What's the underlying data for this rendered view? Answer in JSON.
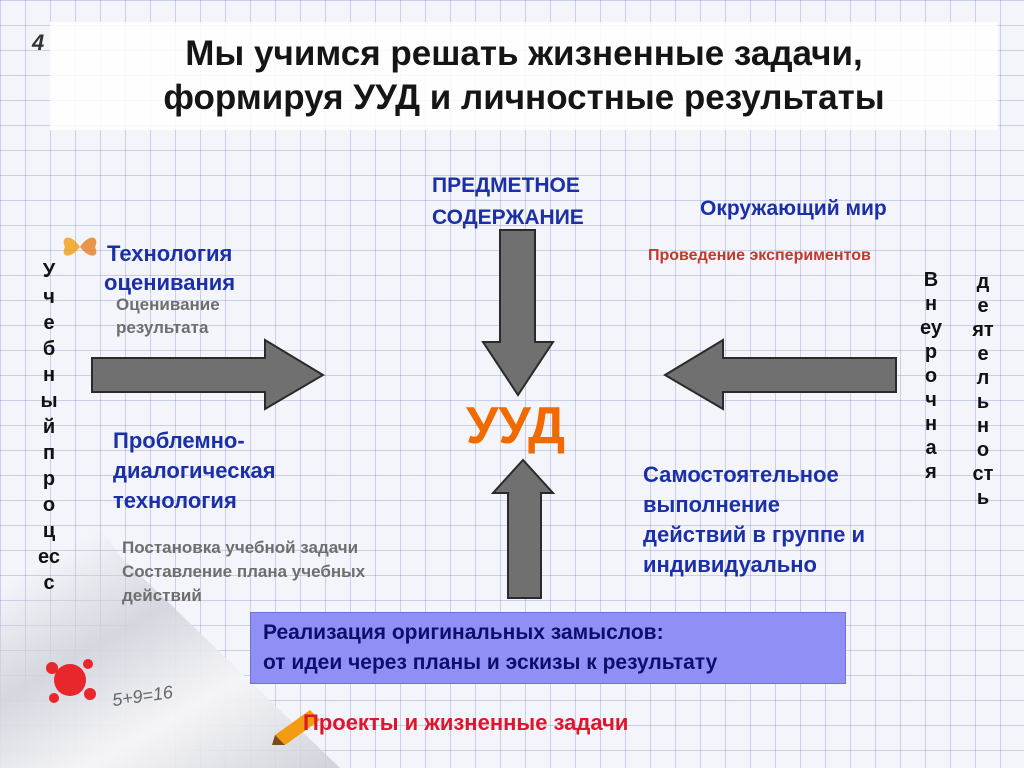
{
  "title": {
    "line1": "Мы учимся решать жизненные задачи,",
    "line2": "формируя УУД и личностные результаты"
  },
  "center": "УУД",
  "top": {
    "line1": "ПРЕДМЕТНОЕ",
    "line2": "СОДЕРЖАНИЕ"
  },
  "left_upper": {
    "heading_line1": "Технология",
    "heading_line2": "оценивания",
    "sub_line1": "Оценивание",
    "sub_line2": "результата"
  },
  "left_lower": {
    "heading_line1": "Проблемно-",
    "heading_line2": "диалогическая",
    "heading_line3": "технология",
    "sub_line1": "Постановка учебной задачи",
    "sub_line2": "Составление плана учебных",
    "sub_line3": "действий"
  },
  "right_upper": {
    "heading": "Окружающий мир",
    "sub": "Проведение экспериментов"
  },
  "right_lower": {
    "line1": "Самостоятельное",
    "line2": "выполнение",
    "line3": "действий в группе и",
    "line4": "индивидуально"
  },
  "banner": {
    "line1": "Реализация оригинальных замыслов:",
    "line2": "от идеи через планы и эскизы к результату"
  },
  "bottom": "Проекты и жизненные задачи",
  "vertical": {
    "left": "Учебный процесс",
    "right1": "Внеурочная",
    "right2": "деятельность"
  },
  "page_number": "4",
  "formula": "5+9=16",
  "colors": {
    "blue": "#1a2fa8",
    "orange": "#f06a00",
    "banner": "#8f8ff5",
    "arrow": "#707070"
  }
}
